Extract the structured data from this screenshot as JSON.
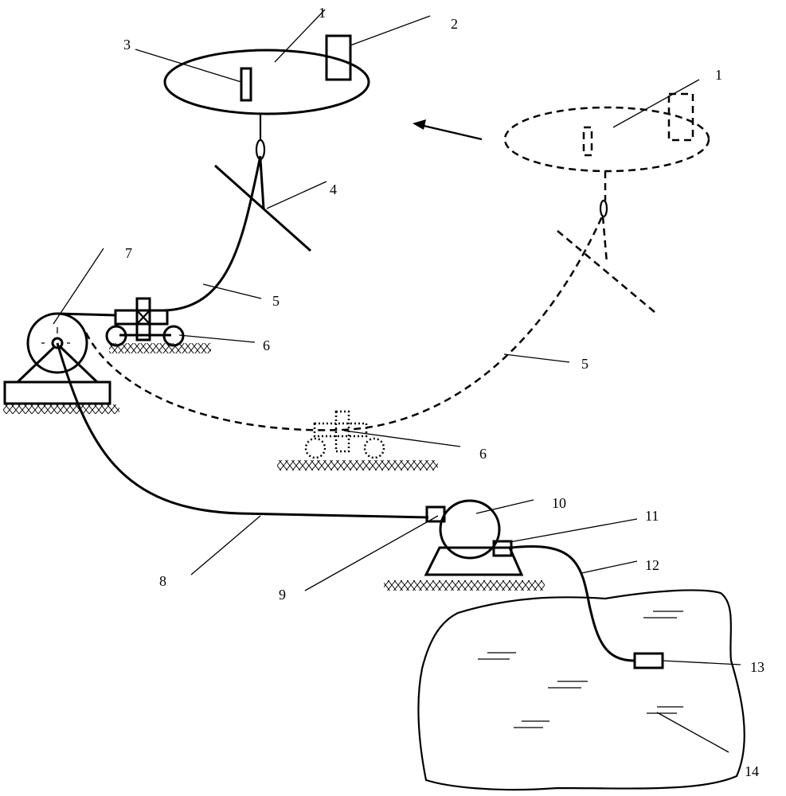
{
  "diagram": {
    "labels": {
      "airship_solid": "1",
      "part_2": "2",
      "part_3": "3",
      "kite_4": "4",
      "cable_solid": "5",
      "vehicle_solid": "6",
      "winch_7": "7",
      "hose_8": "8",
      "connector_9": "9",
      "pump_10": "10",
      "outlet_11": "11",
      "hose_12": "12",
      "intake_13": "13",
      "water_14": "14",
      "airship_dashed": "1",
      "cable_dashed": "5",
      "vehicle_dashed": "6"
    }
  }
}
